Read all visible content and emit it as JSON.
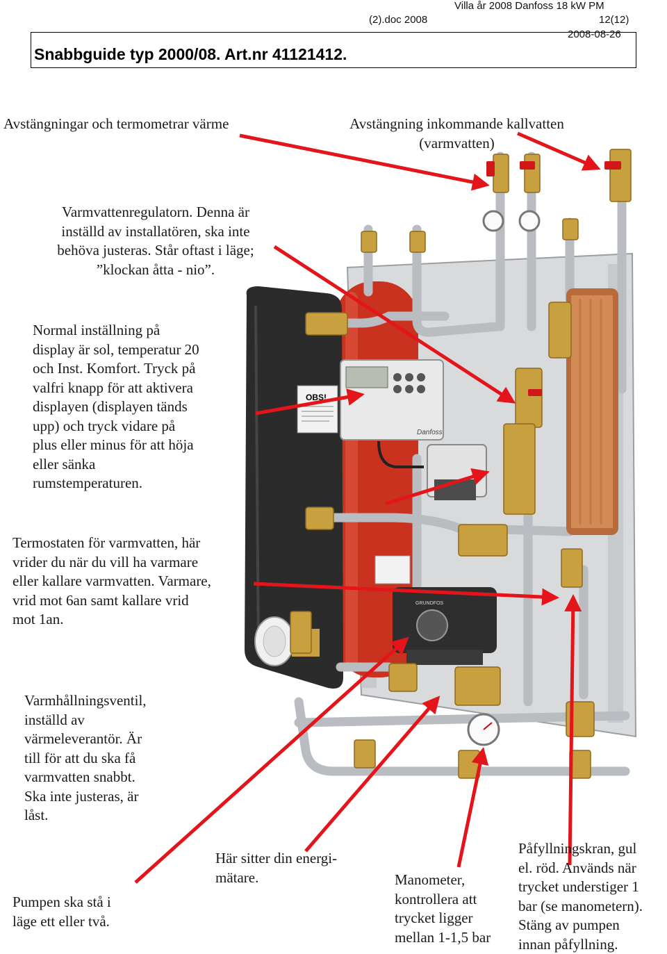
{
  "header": {
    "doc_name": "(2).doc 2008",
    "project": "Villa år 2008 Danfoss 18 kW PM",
    "page": "12(12)",
    "date": "2008-08-26"
  },
  "title": "Snabbguide typ 2000/08. Art.nr 41121412.",
  "notes": {
    "shutoff_heating": "Avstängningar och termometrar värme",
    "shutoff_coldwater": "Avstängning inkommande kallvatten\n(varmvatten)",
    "hotwater_regulator": "Varmvattenregulatorn. Denna är\ninställd av installatören, ska inte\nbehöva justeras. Står oftast i läge;\n”klockan åtta - nio”.",
    "display_setting": "Normal inställning på\ndisplay är sol, temperatur 20\noch Inst. Komfort. Tryck på\nvalfri knapp för att aktivera\ndisplayen (displayen tänds\nupp) och tryck vidare på\nplus eller minus för att höja\neller sänka\nrumstemperaturen.",
    "thermostat": "Termostaten för varmvatten, här\nvrider du när du vill ha varmare\neller kallare varmvatten. Varmare,\nvrid mot 6an samt kallare vrid\nmot 1an.",
    "warm_keep_valve": "Varmhållningsventil,\ninställd av\nvärmeleverantör. Är\ntill för att du ska få\nvarmvatten snabbt.\nSka inte justeras, är\nlåst.",
    "pump": "Pumpen ska stå i\nläge ett eller två.",
    "energy_meter": "Här sitter din energi-\nmätare.",
    "manometer": "Manometer,\nkontrollera att\ntrycket ligger\nmellan 1-1,5 bar",
    "fill_valve": "Påfyllningskran, gul\nel. röd. Används när\ntrycket understiger 1\nbar (se manometern).\nStäng av pumpen\ninnan påfyllning."
  },
  "photo_labels": {
    "obs_sticker": "OBS!",
    "brand": "Danfoss",
    "pump_brand": "GRUNDFOS"
  },
  "colors": {
    "arrow": "#e4141b",
    "tank": "#c8321e",
    "brass": "#c9a040",
    "steel": "#b9bcc0",
    "insulation": "#2b2b2b"
  }
}
